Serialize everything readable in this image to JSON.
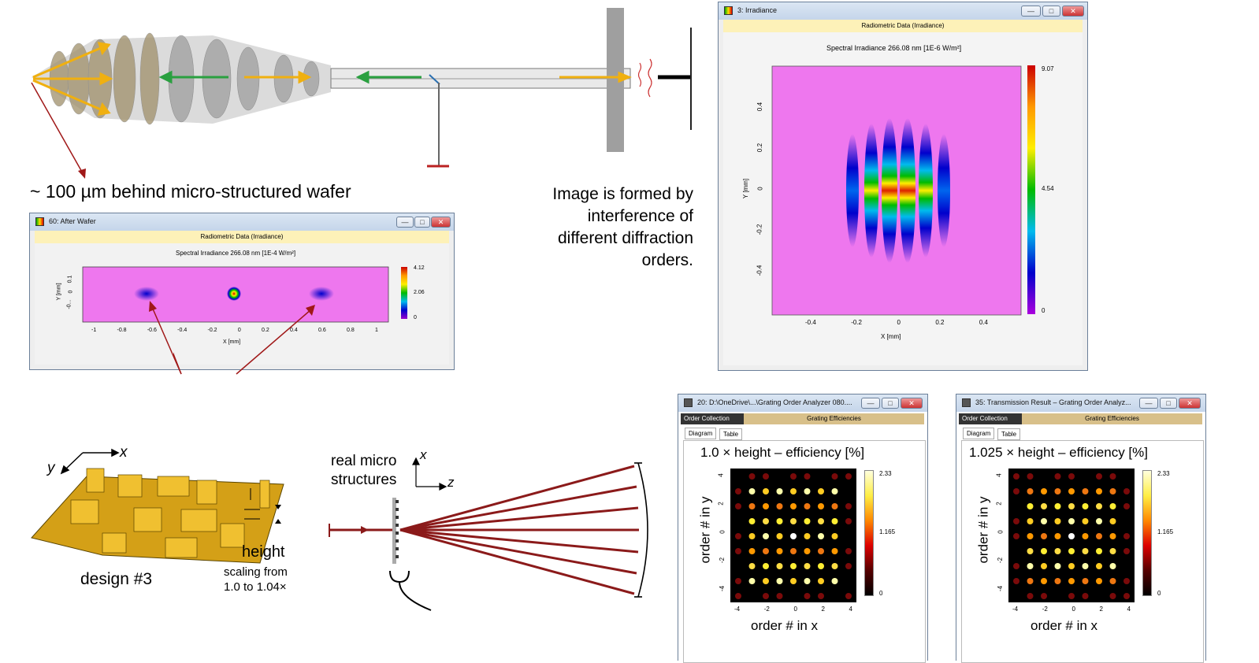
{
  "annotations": {
    "wafer_note": "~ 100 µm behind micro-structured wafer",
    "image_note": [
      "Image is formed by",
      "interference of",
      "different diffraction",
      "orders."
    ],
    "axis_x": "x",
    "axis_y": "y",
    "axis_z": "z",
    "real_micro": [
      "real micro",
      "structures"
    ],
    "height": "height",
    "scaling": [
      "scaling from",
      "1.0 to 1.04×"
    ],
    "design": "design #3"
  },
  "win_wafer": {
    "title": "60: After Wafer",
    "header": "Radiometric Data (Irradiance)",
    "plot_title": "Spectral Irradiance 266.08 nm  [1E-4 W/m²]",
    "xlabel": "X [mm]",
    "ylabel": "Y [mm]",
    "xticks": [
      "-1",
      "-0.8",
      "-0.6",
      "-0.4",
      "-0.2",
      "0",
      "0.2",
      "0.4",
      "0.6",
      "0.8",
      "1"
    ],
    "yticks": [
      "0.1",
      "0",
      "-0..."
    ],
    "cbar": [
      "4.12",
      "2.06",
      "0"
    ]
  },
  "win_irr": {
    "title": "3: Irradiance",
    "header": "Radiometric Data (Irradiance)",
    "plot_title": "Spectral Irradiance 266.08 nm  [1E-6 W/m²]",
    "xlabel": "X [mm]",
    "ylabel": "Y [mm]",
    "xticks": [
      "-0.4",
      "-0.2",
      "0",
      "0.2",
      "0.4"
    ],
    "yticks": [
      "0.4",
      "0.2",
      "0",
      "-0.2",
      "-0.4"
    ],
    "cbar": [
      "9.07",
      "4.54",
      "0"
    ]
  },
  "win_goa1": {
    "title": "20: D:\\OneDrive\\...\\Grating Order Analyzer 080....",
    "tab_left": "Order Collection",
    "tab_right": "Grating Efficiencies",
    "sub_tab1": "Diagram",
    "sub_tab2": "Table",
    "plot_title": "1.0 × height – efficiency [%]",
    "xlabel": "order # in x",
    "ylabel": "order # in y",
    "ticks": [
      "-4",
      "-2",
      "0",
      "2",
      "4"
    ],
    "cbar": [
      "2.33",
      "1.165",
      "0"
    ]
  },
  "win_goa2": {
    "title": "35: Transmission Result – Grating Order Analyz...",
    "tab_left": "Order Collection",
    "tab_right": "Grating Efficiencies",
    "sub_tab1": "Diagram",
    "sub_tab2": "Table",
    "plot_title": "1.025 × height – efficiency [%]",
    "xlabel": "order # in x",
    "ylabel": "order # in y",
    "ticks": [
      "-4",
      "-2",
      "0",
      "2",
      "4"
    ],
    "cbar": [
      "2.33",
      "1.165",
      "0"
    ]
  },
  "window_buttons": {
    "minimize": "—",
    "maximize": "□",
    "close": "✕"
  }
}
